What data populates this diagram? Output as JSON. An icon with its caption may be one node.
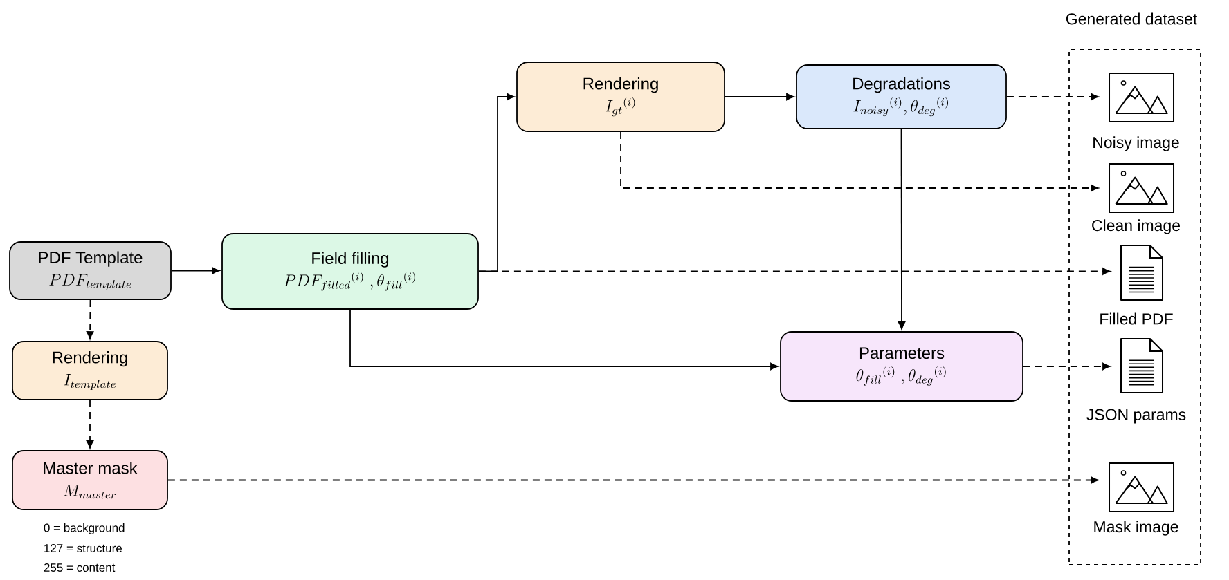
{
  "diagram": {
    "nodes": [
      {
        "text": [
          "PDF Template",
          "PDF_{template}"
        ]
      },
      {
        "text": [
          "Field filling",
          "PDF_{filled}{}^{(i)}\\;,\\theta_{fill}{}^{(i)}"
        ]
      },
      {
        "text": [
          "Rendering",
          "I_{gt}{}^{(i)}"
        ]
      },
      {
        "text": [
          "Degradations",
          "I_{noisy}{}^{(i)},\\theta_{deg}{}^{(i)}"
        ]
      },
      {
        "text": [
          "Parameters",
          "\\theta_{fill}{}^{(i)}\\;,\\theta_{deg}{}^{(i)}"
        ]
      },
      {
        "text": [
          "Rendering",
          "I_{template}"
        ]
      },
      {
        "text": [
          "Master mask",
          "M_{master}"
        ],
        "beside": [
          "0 = background",
          "127 = structure",
          "255 = content"
        ]
      },
      {
        "text": [
          "Generated dataset"
        ]
      },
      {
        "text": [],
        "shape": "picture",
        "beside": [
          "Noisy image"
        ],
        "in": 7
      },
      {
        "text": [],
        "shape": "picture",
        "beside": [
          "Clean image"
        ],
        "in": 7
      },
      {
        "text": [],
        "shape": "document",
        "beside": [
          "Filled PDF"
        ],
        "in": 7
      },
      {
        "text": [],
        "shape": "document",
        "beside": [
          "JSON params"
        ],
        "in": 7
      },
      {
        "text": [],
        "shape": "picture",
        "beside": [
          "Mask image"
        ],
        "in": 7
      }
    ],
    "edges": [
      {
        "from": 0,
        "to": 1,
        "arrow": "to"
      },
      {
        "from": 1,
        "to": 2,
        "arrow": "to"
      },
      {
        "from": 2,
        "to": 3,
        "arrow": "to"
      },
      {
        "from": 3,
        "to": 8,
        "arrow": "to",
        "style": "dashed"
      },
      {
        "from": 2,
        "to": 9,
        "arrow": "to",
        "style": "dashed"
      },
      {
        "from": 1,
        "to": 10,
        "arrow": "to",
        "style": "dashed"
      },
      {
        "from": 3,
        "to": 4,
        "arrow": "to"
      },
      {
        "from": 1,
        "to": 4,
        "arrow": "to"
      },
      {
        "from": 4,
        "to": 11,
        "arrow": "to",
        "style": "dashed"
      },
      {
        "from": 0,
        "to": 5,
        "arrow": "to",
        "style": "dashed"
      },
      {
        "from": 5,
        "to": 6,
        "arrow": "to",
        "style": "dashed"
      },
      {
        "from": 6,
        "to": 12,
        "arrow": "to",
        "style": "dashed"
      }
    ]
  }
}
